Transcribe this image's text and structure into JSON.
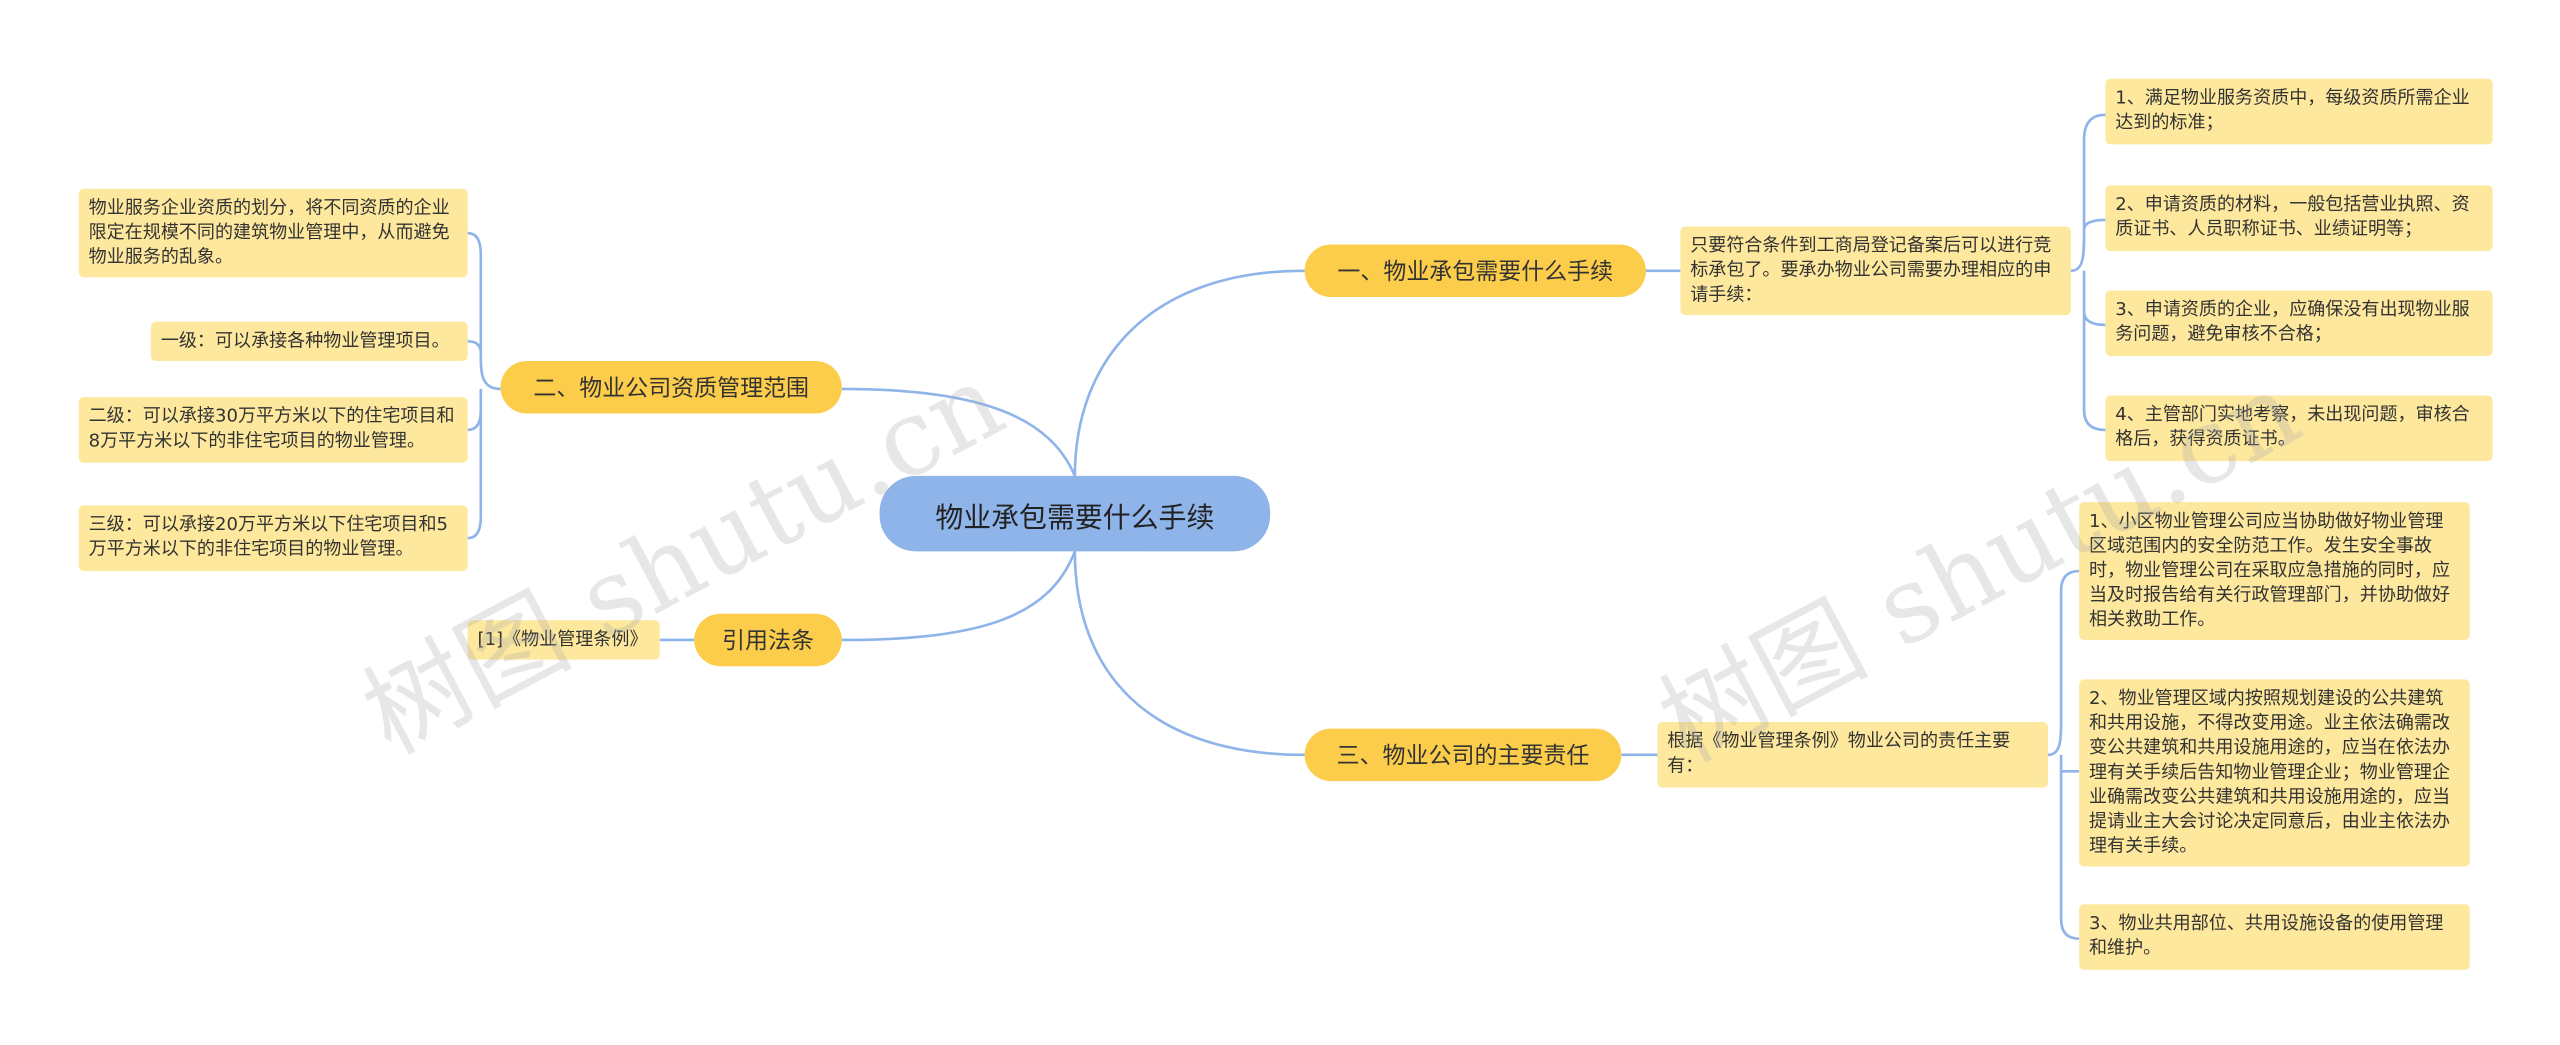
{
  "root": "物业承包需要什么手续",
  "branches": {
    "b1": "一、物业承包需要什么手续",
    "b2": "二、物业公司资质管理范围",
    "b3": "三、物业公司的主要责任",
    "b4": "引用法条"
  },
  "b1_intro": "只要符合条件到工商局登记备案后可以进行竞标承包了。要承办物业公司需要办理相应的申请手续：",
  "b1_items": [
    "1、满足物业服务资质中，每级资质所需企业达到的标准；",
    "2、申请资质的材料，一般包括营业执照、资质证书、人员职称证书、业绩证明等；",
    "3、申请资质的企业，应确保没有出现物业服务问题，避免审核不合格；",
    "4、主管部门实地考察，未出现问题，审核合格后，获得资质证书。"
  ],
  "b2_items": [
    "物业服务企业资质的划分，将不同资质的企业限定在规模不同的建筑物业管理中，从而避免物业服务的乱象。",
    "一级：可以承接各种物业管理项目。",
    "二级：可以承接30万平方米以下的住宅项目和8万平方米以下的非住宅项目的物业管理。",
    "三级：可以承接20万平方米以下住宅项目和5万平方米以下的非住宅项目的物业管理。"
  ],
  "b3_intro": "根据《物业管理条例》物业公司的责任主要有：",
  "b3_items": [
    "1、小区物业管理公司应当协助做好物业管理区域范围内的安全防范工作。发生安全事故时，物业管理公司在采取应急措施的同时，应当及时报告给有关行政管理部门，并协助做好相关救助工作。",
    "2、物业管理区域内按照规划建设的公共建筑和共用设施，不得改变用途。业主依法确需改变公共建筑和共用设施用途的，应当在依法办理有关手续后告知物业管理企业；物业管理企业确需改变公共建筑和共用设施用途的，应当提请业主大会讨论决定同意后，由业主依法办理有关手续。",
    "3、物业共用部位、共用设施设备的使用管理和维护。"
  ],
  "b4_items": [
    "[1]《物业管理条例》"
  ],
  "watermarks": [
    "树图 shutu.cn",
    "树图 shutu.cn"
  ],
  "colors": {
    "root": "#8fb4ea",
    "branch": "#fccd4a",
    "leaf": "#fde89e",
    "line": "#8fb4ea"
  }
}
